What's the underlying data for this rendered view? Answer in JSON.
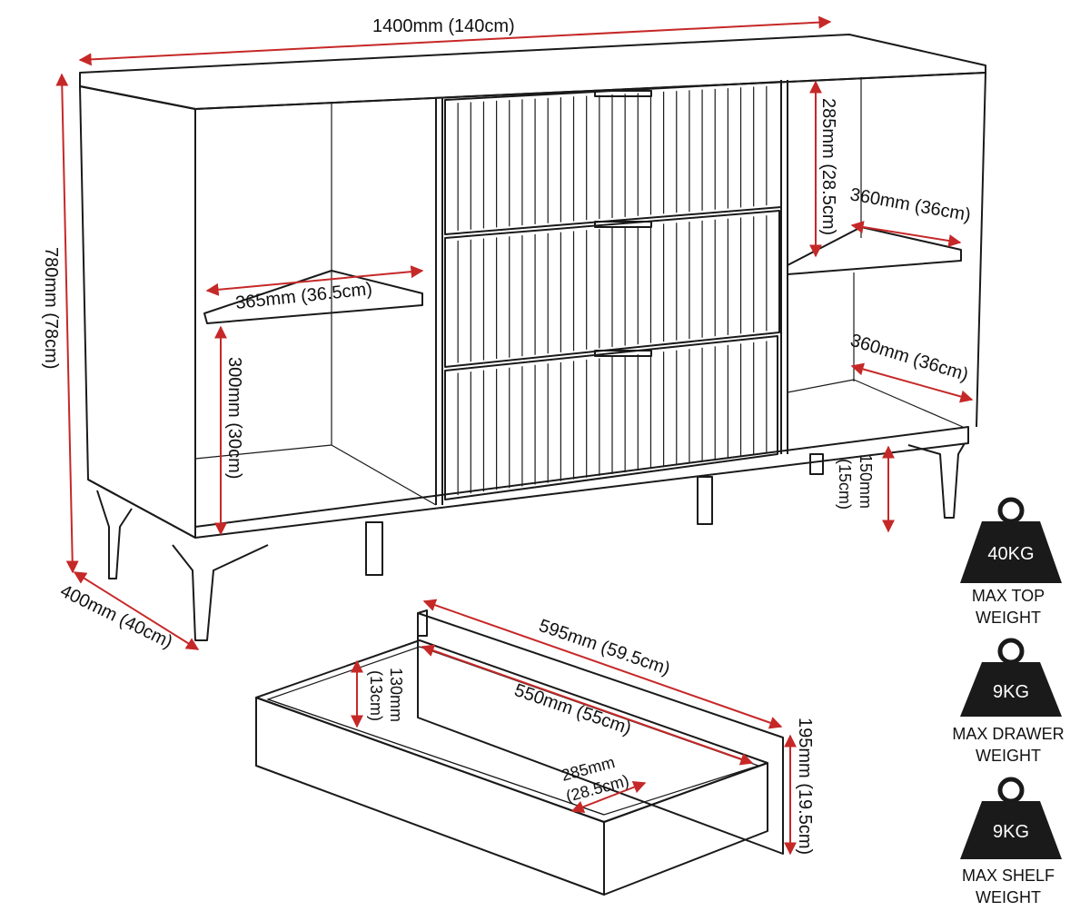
{
  "colors": {
    "dimension_line": "#c62828",
    "outline": "#1a1a1a",
    "weight_icon": "#1a1a1a"
  },
  "dimensions": {
    "width": "1400mm (140cm)",
    "height": "780mm (78cm)",
    "depth": "400mm (40cm)",
    "left_shelf_width": "365mm (36.5cm)",
    "left_shelf_height": "300mm (30cm)",
    "drawer_height": "285mm (28.5cm)",
    "right_top_shelf": "360mm (36cm)",
    "right_bottom_shelf": "360mm (36cm)",
    "leg_height_mm": "150mm",
    "leg_height_cm": "(15cm)",
    "drawer_front_length": "595mm (59.5cm)",
    "drawer_inner_length": "550mm (55cm)",
    "drawer_inner_height_mm": "130mm",
    "drawer_inner_height_cm": "(13cm)",
    "drawer_inner_depth_mm": "285mm",
    "drawer_inner_depth_cm": "(28.5cm)",
    "drawer_front_height": "195mm (19.5cm)"
  },
  "weights": [
    {
      "icon": "weight-icon",
      "value": "40KG",
      "label_line1": "MAX TOP",
      "label_line2": "WEIGHT"
    },
    {
      "icon": "weight-icon",
      "value": "9KG",
      "label_line1": "MAX DRAWER",
      "label_line2": "WEIGHT"
    },
    {
      "icon": "weight-icon",
      "value": "9KG",
      "label_line1": "MAX SHELF",
      "label_line2": "WEIGHT"
    }
  ]
}
